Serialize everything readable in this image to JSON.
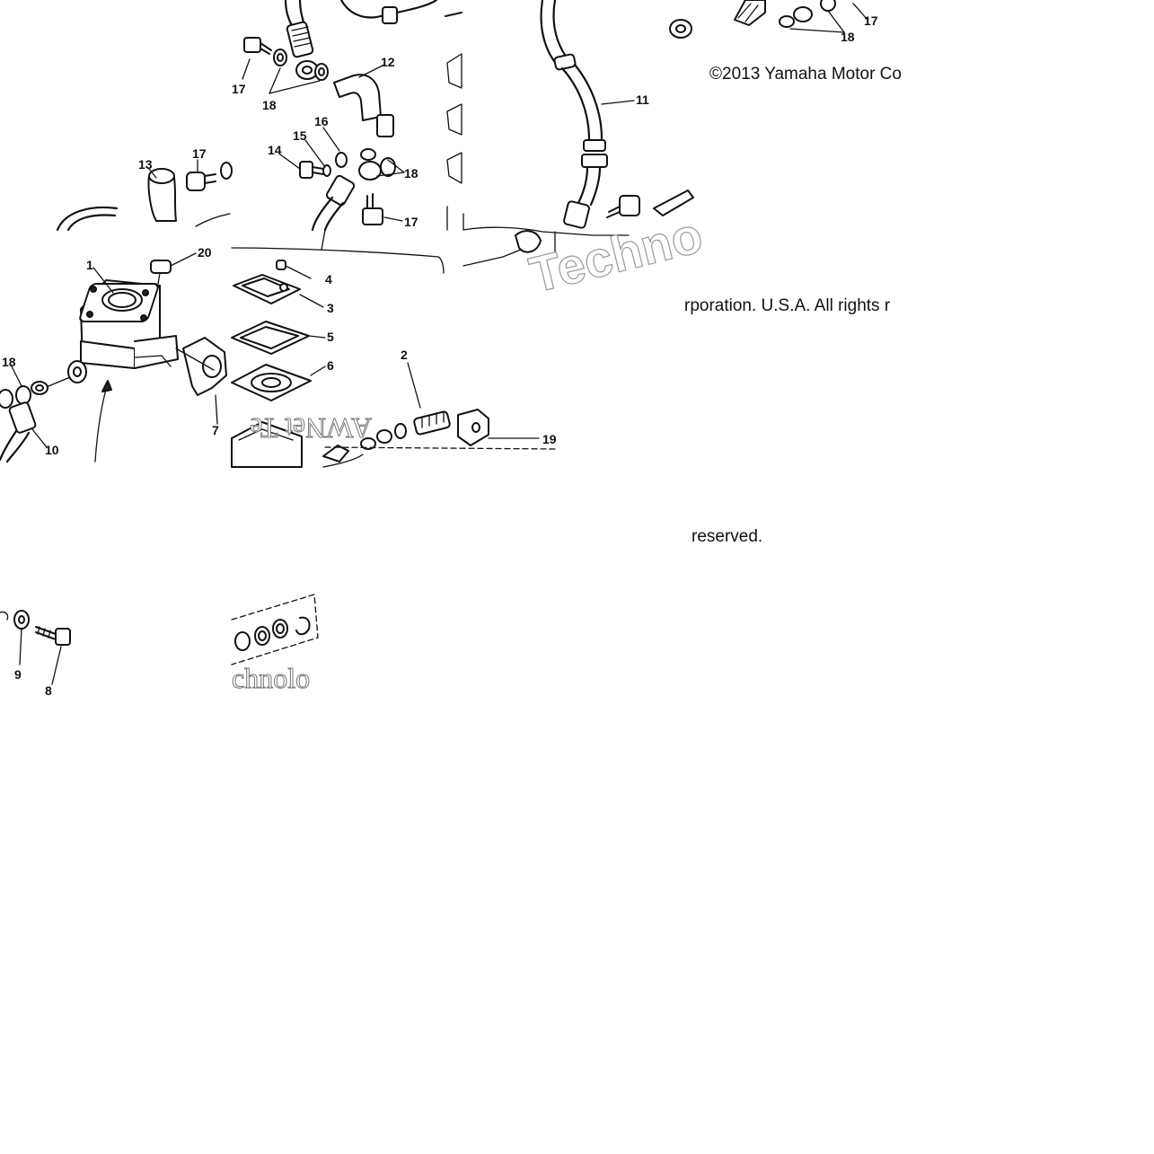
{
  "copyright": {
    "line1": "©2013 Yamaha Motor Co",
    "line2": "rporation. U.S.A. All rights r",
    "line3": "reserved."
  },
  "callouts": [
    "1",
    "2",
    "3",
    "4",
    "5",
    "6",
    "7",
    "8",
    "9",
    "10",
    "11",
    "12",
    "13",
    "14",
    "15",
    "16",
    "17",
    "18",
    "19",
    "20"
  ],
  "watermark": {
    "tile_a": "Techno",
    "tile_b": "AWNet Te",
    "tile_c": "chnolo"
  }
}
